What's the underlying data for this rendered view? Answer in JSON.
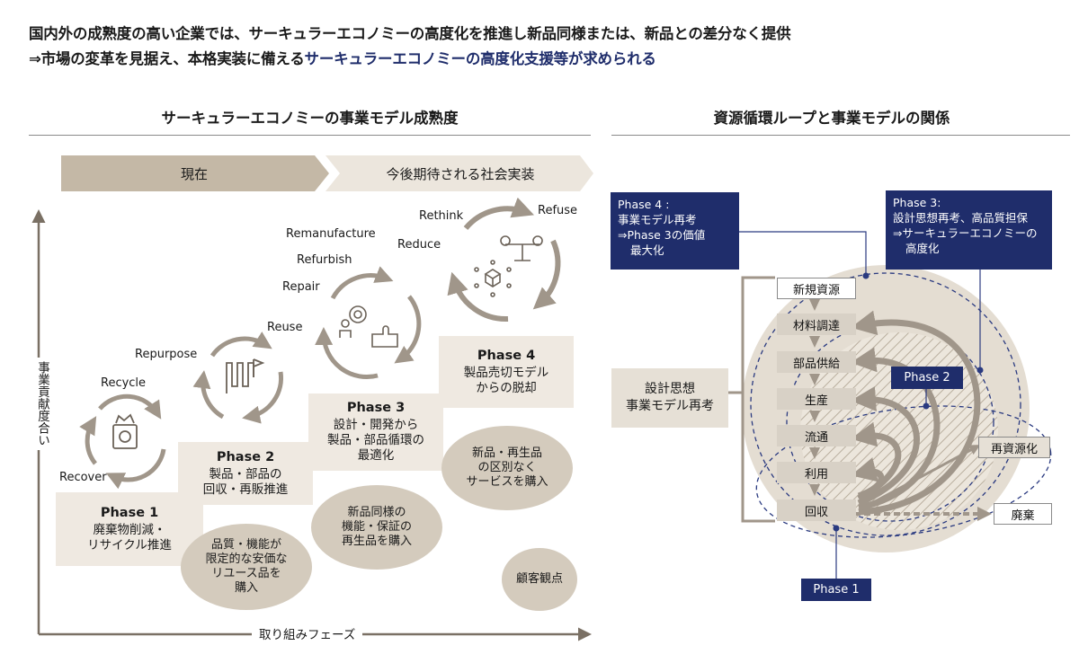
{
  "headline": {
    "line1": "国内外の成熟度の高い企業では、サーキュラーエコノミーの高度化を推進し新品同様または、新品との差分なく提供",
    "line2_prefix": "⇒市場の変革を見据え、本格実装に備える",
    "line2_accent": "サーキュラーエコノミーの高度化支援等が求められる"
  },
  "left": {
    "title": "サーキュラーエコノミーの事業モデル成熟度",
    "band_current": "現在",
    "band_future": "今後期待される社会実装",
    "y_axis": "事業貢献度合い",
    "x_axis": "取り組みフェーズ",
    "r_words": {
      "recover": "Recover",
      "recycle": "Recycle",
      "repurpose": "Repurpose",
      "reuse": "Reuse",
      "repair": "Repair",
      "refurbish": "Refurbish",
      "remanufacture": "Remanufacture",
      "reduce": "Reduce",
      "rethink": "Rethink",
      "refuse": "Refuse"
    },
    "phases": [
      {
        "name": "Phase 1",
        "line1": "廃棄物削減・",
        "line2": "リサイクル推進"
      },
      {
        "name": "Phase 2",
        "line1": "製品・部品の",
        "line2": "回収・再販推進"
      },
      {
        "name": "Phase 3",
        "line1": "設計・開発から",
        "line2": "製品・部品循環の",
        "line3": "最適化"
      },
      {
        "name": "Phase 4",
        "line1": "製品売切モデル",
        "line2": "からの脱却"
      }
    ],
    "customer": [
      {
        "line1": "品質・機能が",
        "line2": "限定的な安価な",
        "line3": "リユース品を",
        "line4": "購入"
      },
      {
        "line1": "新品同様の",
        "line2": "機能・保証の",
        "line3": "再生品を購入"
      },
      {
        "line1": "新品・再生品",
        "line2": "の区別なく",
        "line3": "サービスを購入"
      }
    ],
    "customer_label": "顧客観点"
  },
  "right": {
    "title": "資源循環ループと事業モデルの関係",
    "phase4_box": {
      "line1": "Phase 4 :",
      "line2": "事業モデル再考",
      "line3": "⇒Phase 3の価値",
      "line4": "最大化"
    },
    "phase3_box": {
      "line1": "Phase 3:",
      "line2": "設計思想再考、高品質担保",
      "line3": "⇒サーキュラーエコノミーの",
      "line4": "高度化"
    },
    "design_box": {
      "line1": "設計思想",
      "line2": "事業モデル再考"
    },
    "flow": [
      "新規資源",
      "材料調達",
      "部品供給",
      "生産",
      "流通",
      "利用",
      "回収"
    ],
    "phase2": "Phase 2",
    "phase1": "Phase 1",
    "recycle_box": "再資源化",
    "waste_box": "廃棄"
  }
}
